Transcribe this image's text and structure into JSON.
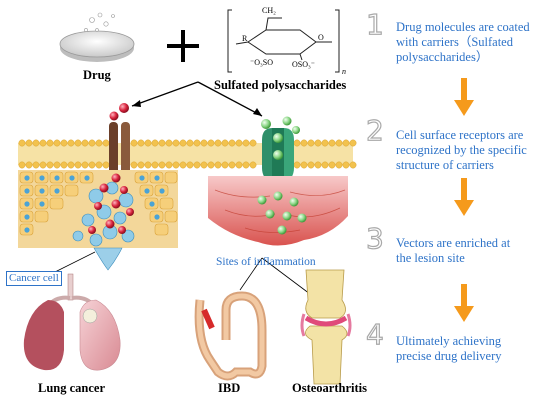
{
  "labels": {
    "drug": "Drug",
    "sulfated": "Sulfated polysaccharides",
    "cancer_cell": "Cancer cell",
    "inflammation": "Sites of inflammation",
    "lung": "Lung cancer",
    "ibd": "IBD",
    "osteo": "Osteoarthritis"
  },
  "chem": {
    "ch2": "CH₂",
    "r": "R",
    "o": "O",
    "oso3a": "⁻O₃SO",
    "oso3b": "OSO₃⁻",
    "n": "n"
  },
  "steps": [
    {
      "num": "1",
      "text": "Drug molecules are coated with carriers（Sulfated polysaccharides）"
    },
    {
      "num": "2",
      "text": "Cell surface receptors are recognized by the specific structure of carriers"
    },
    {
      "num": "3",
      "text": "Vectors are enriched at the lesion site"
    },
    {
      "num": "4",
      "text": "Ultimately achieving precise drug delivery"
    }
  ],
  "colors": {
    "step_text": "#2e73c8",
    "arrow": "#f59a1c",
    "drug_particle": "#d8233c",
    "carrier_particle": "#7fd07a",
    "receptor_brown": "#6b3f2a",
    "receptor_green": "#2f8f6a",
    "membrane": "#f2c24e",
    "tissue": "#e8a0a0"
  }
}
